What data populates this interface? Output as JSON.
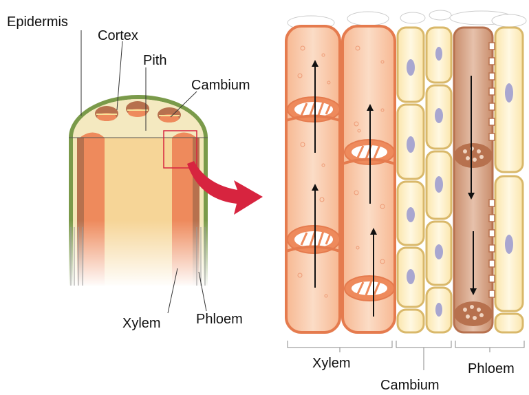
{
  "labels": {
    "epidermis": "Epidermis",
    "cortex": "Cortex",
    "pith": "Pith",
    "cambium_top": "Cambium",
    "xylem_left": "Xylem",
    "phloem_left": "Phloem",
    "xylem_bottom": "Xylem",
    "cambium_bottom": "Cambium",
    "phloem_bottom": "Phloem"
  },
  "colors": {
    "epidermis": "#7a9a4a",
    "cortex": "#f3e7b8",
    "pith": "#f6d597",
    "xylem": "#ee8a5c",
    "xylem_fill": "#f9d3bb",
    "phloem": "#b7714e",
    "phloem_fill": "#e2b69b",
    "cambium_fill": "#fcefc6",
    "cambium_edge": "#d9b86a",
    "nucleus": "#a8a6d0",
    "arrow_red": "#d7243f"
  },
  "icons": {
    "zoom_arrow": "curved-arrow-icon",
    "flow_up": "arrow-up-icon",
    "flow_down": "arrow-down-icon"
  }
}
